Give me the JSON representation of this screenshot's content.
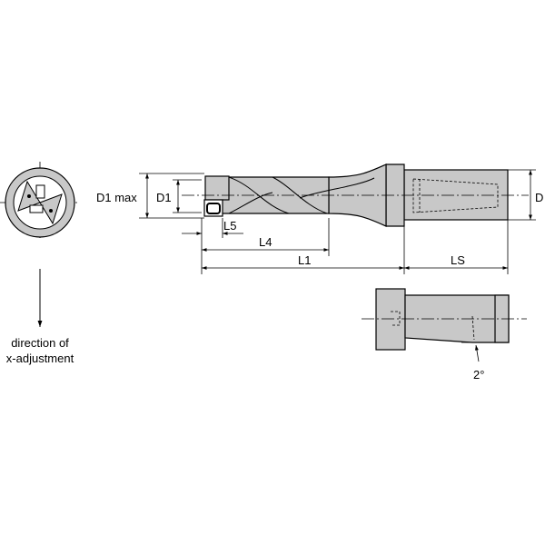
{
  "labels": {
    "d1_max": "D1 max",
    "d1": "D1",
    "d_shank": "D",
    "l5": "L5",
    "l4": "L4",
    "l1": "L1",
    "ls": "LS",
    "angle": "2°",
    "direction_line1": "direction of",
    "direction_line2": "x-adjustment"
  },
  "colors": {
    "tool_fill": "#c8c8c8",
    "line": "#000000",
    "background": "#ffffff"
  }
}
